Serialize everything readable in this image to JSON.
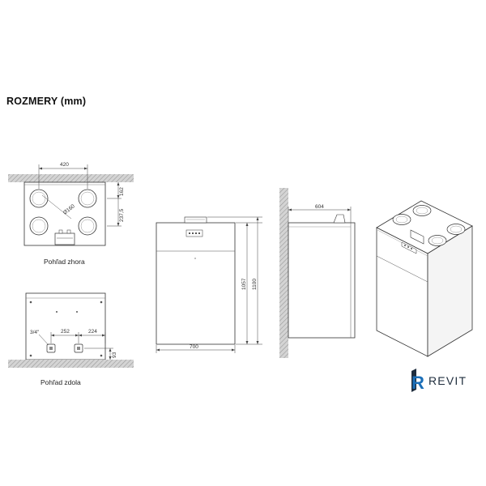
{
  "title": "ROZMERY (mm)",
  "views": {
    "top_label": "Pohľad zhora",
    "bottom_label": "Pohľad zdola"
  },
  "dimensions": {
    "top_width": "420",
    "top_offset": "162",
    "top_depth": "237,5",
    "top_diameter": "Ø160",
    "bottom_a": "252",
    "bottom_b": "224",
    "bottom_thread": "3/4\"",
    "bottom_height": "93",
    "front_width": "700",
    "front_h1": "1057",
    "front_h2": "1100",
    "side_depth": "604"
  },
  "logo": {
    "text": "REVIT",
    "mark": "R"
  },
  "colors": {
    "hatch": "#a8a8a8",
    "line": "#333333",
    "logo_blue": "#1c6fb8",
    "logo_dark": "#1f2d3d"
  }
}
